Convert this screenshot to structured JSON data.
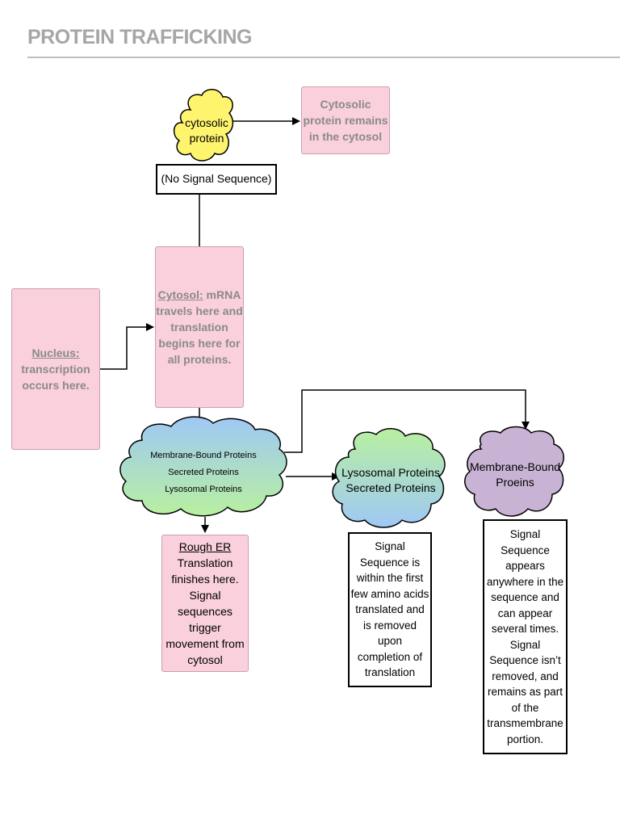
{
  "page": {
    "title": "PROTEIN TRAFFICKING"
  },
  "nodes": {
    "cytosolic_cloud": {
      "lines": [
        "cytosolic",
        "protein"
      ]
    },
    "cytosolic_remains": {
      "lines": [
        "Cytosolic",
        "protein remains",
        "in the cytosol"
      ]
    },
    "no_signal": {
      "text": "(No Signal Sequence)"
    },
    "cytosol_box": {
      "heading": "Cytosol:",
      "lines": [
        "mRNA",
        "travels here and",
        "translation",
        "begins here for",
        "all proteins."
      ]
    },
    "nucleus_box": {
      "heading": "Nucleus:",
      "lines": [
        "transcription",
        "occurs here."
      ]
    },
    "er_cloud": {
      "lines": [
        "Membrane-Bound Proteins",
        "Secreted Proteins",
        "Lysosomal Proteins"
      ]
    },
    "rough_er": {
      "heading": "Rough ER",
      "lines": [
        "Translation",
        "finishes here.",
        "Signal",
        "sequences",
        "trigger",
        "movement from",
        "cytosol"
      ]
    },
    "lysosomal_cloud": {
      "lines": [
        "Lysosomal Proteins",
        "Secreted Proteins"
      ]
    },
    "lysosomal_box": {
      "lines": [
        "Signal",
        "Sequence is",
        "within the first",
        "few amino acids",
        "translated and",
        "is removed",
        "upon",
        "completion of",
        "translation"
      ]
    },
    "membrane_cloud": {
      "lines": [
        "Membrane-Bound",
        "Proeins"
      ]
    },
    "membrane_box": {
      "lines": [
        "Signal",
        "Sequence",
        "appears",
        "anywhere in the",
        "sequence and",
        "can appear",
        "several times.",
        "Signal",
        "Sequence isn’t",
        "removed, and",
        "remains as part",
        "of the",
        "transmembrane",
        "portion."
      ]
    }
  },
  "colors": {
    "pink_fill": "#f9d0dc",
    "yellow_cloud": "#fff46e",
    "purple_cloud": "#c9b3d4",
    "gradient_top": "#9fc8f5",
    "gradient_bottom": "#b8f0a0",
    "title_gray": "#a6a6a6"
  }
}
